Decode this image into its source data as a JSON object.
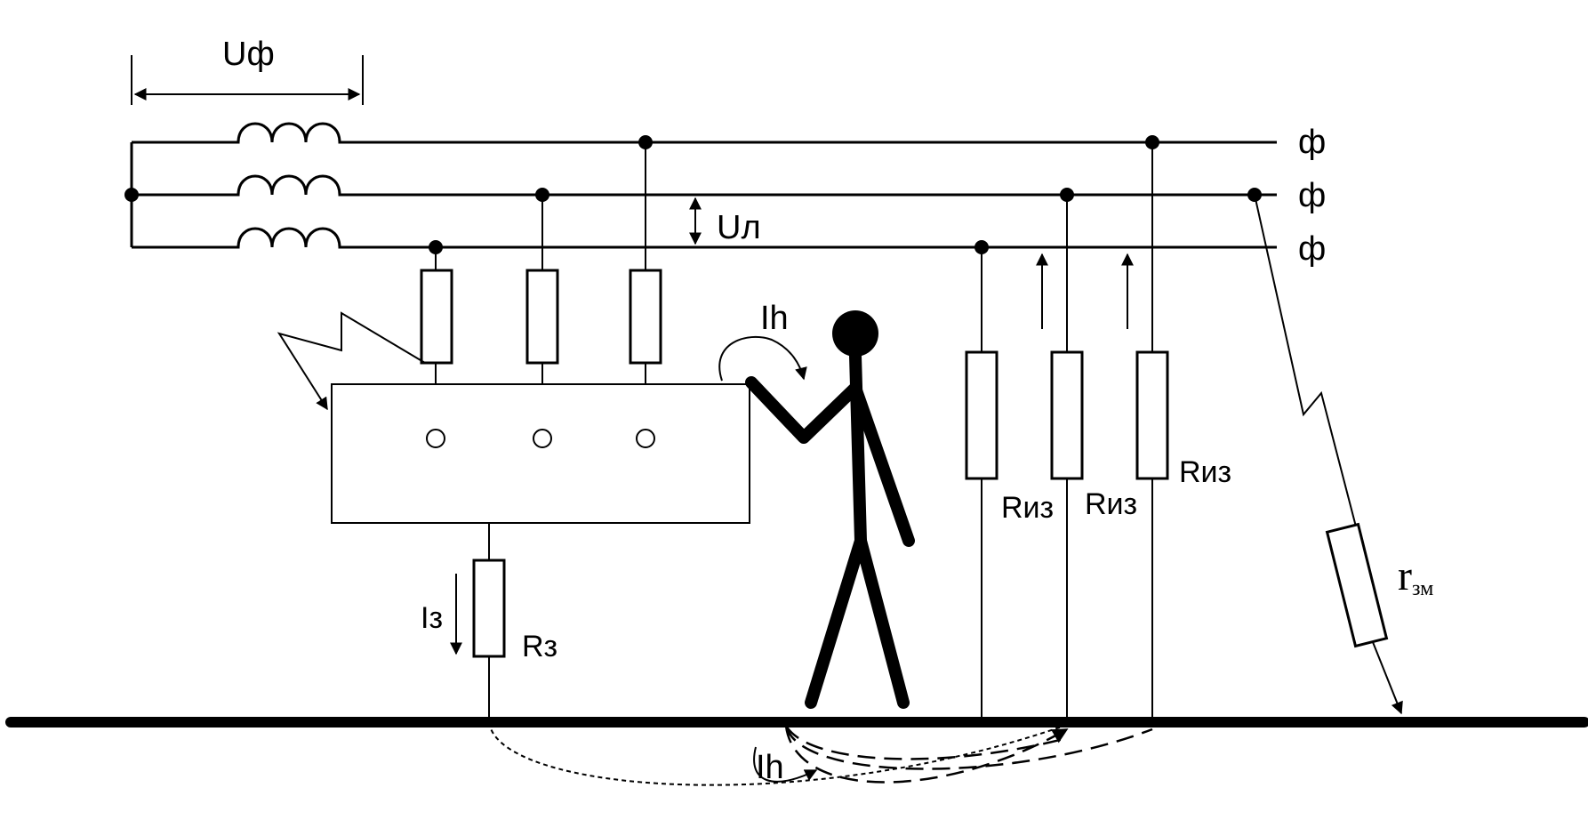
{
  "labels": {
    "u_phase": "Uф",
    "u_line": "Uл",
    "phase_1": "ф",
    "phase_2": "ф",
    "phase_3": "ф",
    "i_h_top": "Ih",
    "i_h_bottom": "Ih",
    "i_z": "Iз",
    "r_z": "Rз",
    "r_iz_1": "Rиз",
    "r_iz_2": "Rиз",
    "r_iz_3": "Rиз",
    "r_zm_main": "r",
    "r_zm_sub": "зм"
  },
  "colors": {
    "ink": "#000000",
    "paper": "#ffffff"
  }
}
